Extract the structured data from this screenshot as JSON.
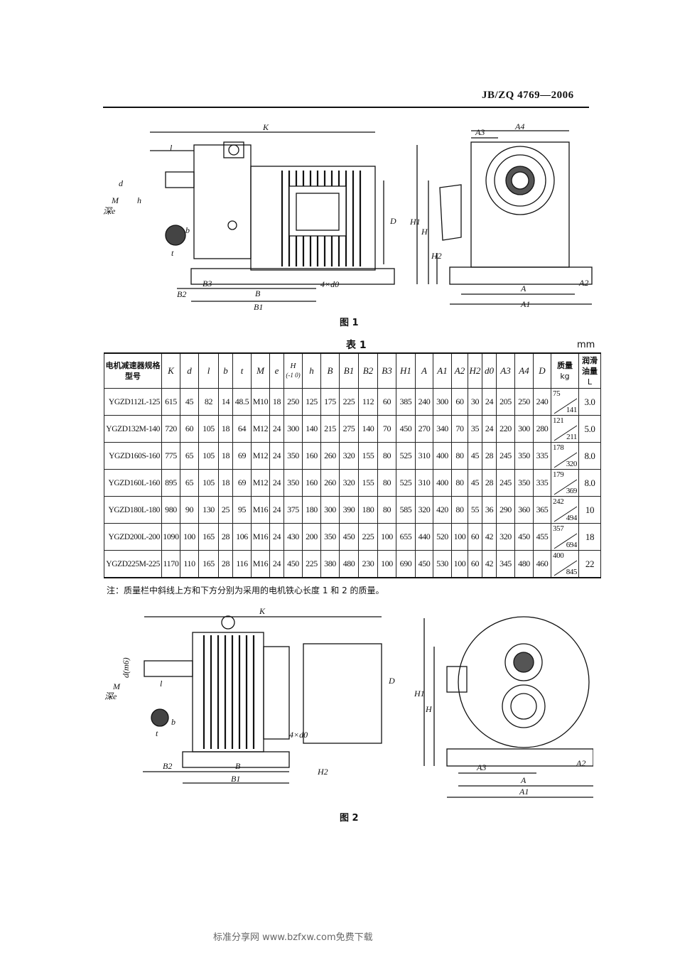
{
  "header": {
    "standard_no": "JB/ZQ 4769—2006"
  },
  "figure1": {
    "caption": "图 1",
    "dim_labels": [
      "K",
      "l",
      "d",
      "M",
      "深e",
      "h",
      "b",
      "t",
      "B2",
      "B3",
      "B",
      "B1",
      "D",
      "H1",
      "H",
      "H2",
      "A3",
      "A4",
      "A",
      "A1",
      "A2",
      "4×d0"
    ]
  },
  "table": {
    "title": "表 1",
    "unit": "mm",
    "headers": {
      "model": "电机减速器规格型号",
      "dims": [
        "K",
        "d",
        "l",
        "b",
        "t",
        "M",
        "e",
        "H",
        "h",
        "B",
        "B1",
        "B2",
        "B3",
        "H1",
        "A",
        "A1",
        "A2",
        "H2",
        "d0",
        "A3",
        "A4",
        "D"
      ],
      "h_tol": "(-1 0)",
      "mass": "质量",
      "mass_unit": "kg",
      "oil": "润滑油量",
      "oil_unit": "L"
    },
    "rows": [
      {
        "model": "YGZD112L-125",
        "vals": [
          "615",
          "45",
          "82",
          "14",
          "48.5",
          "M10",
          "18",
          "250",
          "125",
          "175",
          "225",
          "112",
          "60",
          "385",
          "240",
          "300",
          "60",
          "30",
          "24",
          "205",
          "250",
          "240"
        ],
        "mass_up": "75",
        "mass_dn": "141",
        "oil": "3.0"
      },
      {
        "model": "YGZD132M-140",
        "vals": [
          "720",
          "60",
          "105",
          "18",
          "64",
          "M12",
          "24",
          "300",
          "140",
          "215",
          "275",
          "140",
          "70",
          "450",
          "270",
          "340",
          "70",
          "35",
          "24",
          "220",
          "300",
          "280"
        ],
        "mass_up": "121",
        "mass_dn": "211",
        "oil": "5.0"
      },
      {
        "model": "YGZD160S-160",
        "vals": [
          "775",
          "65",
          "105",
          "18",
          "69",
          "M12",
          "24",
          "350",
          "160",
          "260",
          "320",
          "155",
          "80",
          "525",
          "310",
          "400",
          "80",
          "45",
          "28",
          "245",
          "350",
          "335"
        ],
        "mass_up": "178",
        "mass_dn": "320",
        "oil": "8.0"
      },
      {
        "model": "YGZD160L-160",
        "vals": [
          "895",
          "65",
          "105",
          "18",
          "69",
          "M12",
          "24",
          "350",
          "160",
          "260",
          "320",
          "155",
          "80",
          "525",
          "310",
          "400",
          "80",
          "45",
          "28",
          "245",
          "350",
          "335"
        ],
        "mass_up": "179",
        "mass_dn": "369",
        "oil": "8.0"
      },
      {
        "model": "YGZD180L-180",
        "vals": [
          "980",
          "90",
          "130",
          "25",
          "95",
          "M16",
          "24",
          "375",
          "180",
          "300",
          "390",
          "180",
          "80",
          "585",
          "320",
          "420",
          "80",
          "55",
          "36",
          "290",
          "360",
          "365"
        ],
        "mass_up": "242",
        "mass_dn": "494",
        "oil": "10"
      },
      {
        "model": "YGZD200L-200",
        "vals": [
          "1090",
          "100",
          "165",
          "28",
          "106",
          "M16",
          "24",
          "430",
          "200",
          "350",
          "450",
          "225",
          "100",
          "655",
          "440",
          "520",
          "100",
          "60",
          "42",
          "320",
          "450",
          "455"
        ],
        "mass_up": "357",
        "mass_dn": "694",
        "oil": "18"
      },
      {
        "model": "YGZD225M-225",
        "vals": [
          "1170",
          "110",
          "165",
          "28",
          "116",
          "M16",
          "24",
          "450",
          "225",
          "380",
          "480",
          "230",
          "100",
          "690",
          "450",
          "530",
          "100",
          "60",
          "42",
          "345",
          "480",
          "460"
        ],
        "mass_up": "400",
        "mass_dn": "845",
        "oil": "22"
      }
    ],
    "note": "注：质量栏中斜线上方和下方分别为采用的电机铁心长度 1 和 2 的质量。"
  },
  "figure2": {
    "caption": "图 2",
    "dim_labels": [
      "K",
      "d(m6)",
      "M",
      "深e",
      "l",
      "D",
      "b",
      "t",
      "4×d0",
      "B2",
      "B",
      "B1",
      "H2",
      "H1",
      "H",
      "A3",
      "A2",
      "A",
      "A1"
    ]
  },
  "footer": {
    "watermark": "标准分享网 www.bzfxw.com免费下载"
  }
}
